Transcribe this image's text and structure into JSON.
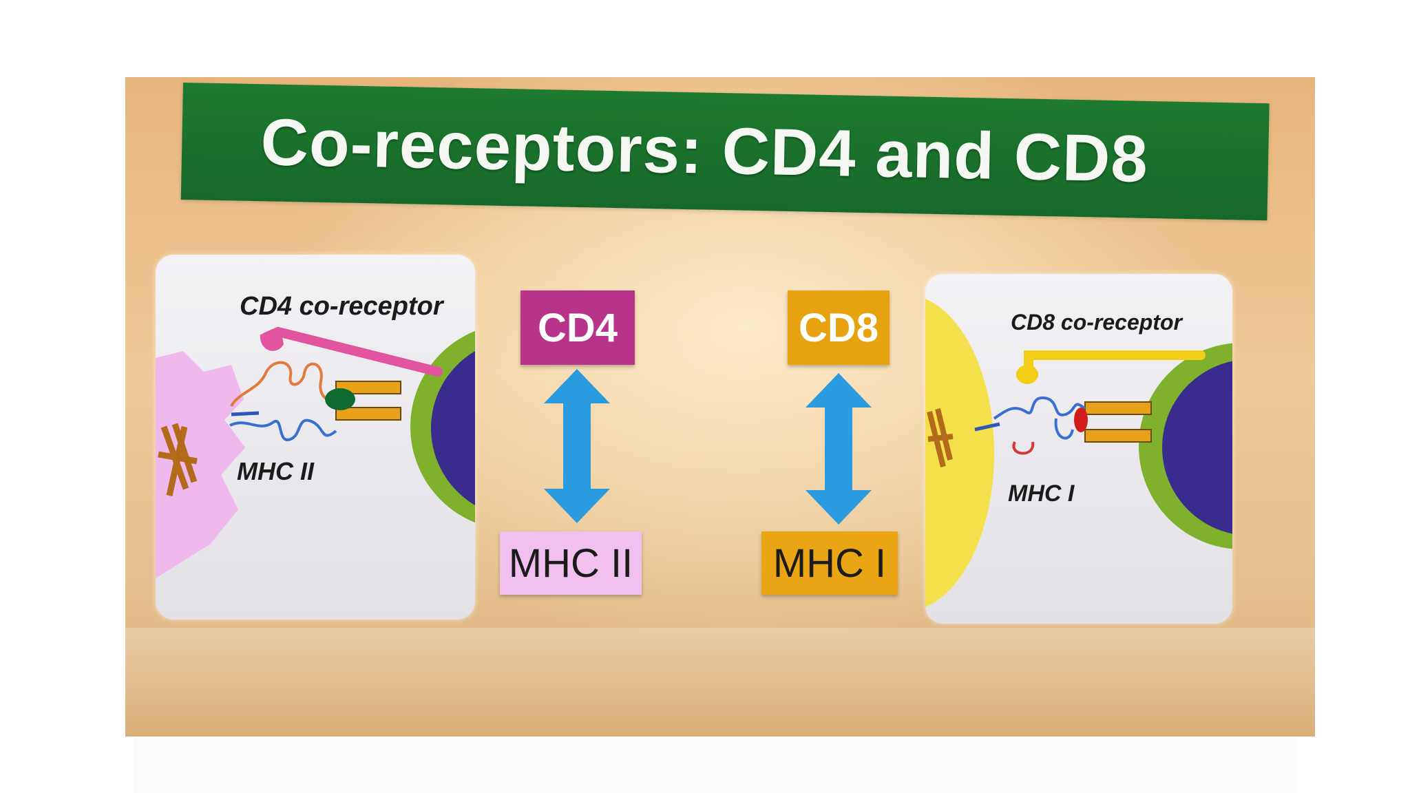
{
  "slide": {
    "title": "Co-receptors: CD4 and CD8"
  },
  "left_panel": {
    "coreceptor_label": "CD4 co-receptor",
    "mhc_label": "MHC II"
  },
  "right_panel": {
    "coreceptor_label": "CD8 co-receptor",
    "mhc_label": "MHC I"
  },
  "pairs": {
    "cd4": {
      "top": "CD4",
      "bottom": "MHC II"
    },
    "cd8": {
      "top": "CD8",
      "bottom": "MHC I"
    }
  },
  "colors": {
    "title_bar": "#1d7a2e",
    "cd4_box": "#b8338a",
    "cd8_box": "#e6a20f",
    "mhc2_box": "#f1c0ee",
    "mhc1_box": "#eaa514",
    "arrow": "#2b9be0"
  }
}
